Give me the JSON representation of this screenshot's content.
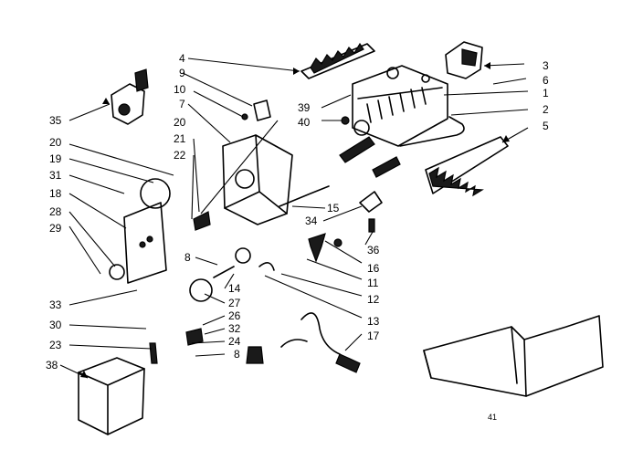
{
  "callouts": [
    {
      "id": "4",
      "text": "4"
    },
    {
      "id": "9",
      "text": "9"
    },
    {
      "id": "10",
      "text": "10"
    },
    {
      "id": "7",
      "text": "7"
    },
    {
      "id": "20a",
      "text": "20"
    },
    {
      "id": "21",
      "text": "21"
    },
    {
      "id": "22",
      "text": "22"
    },
    {
      "id": "35",
      "text": "35"
    },
    {
      "id": "20b",
      "text": "20"
    },
    {
      "id": "19",
      "text": "19"
    },
    {
      "id": "31",
      "text": "31"
    },
    {
      "id": "18",
      "text": "18"
    },
    {
      "id": "28",
      "text": "28"
    },
    {
      "id": "29",
      "text": "29"
    },
    {
      "id": "8a",
      "text": "8"
    },
    {
      "id": "33",
      "text": "33"
    },
    {
      "id": "14",
      "text": "14"
    },
    {
      "id": "27",
      "text": "27"
    },
    {
      "id": "26",
      "text": "26"
    },
    {
      "id": "30",
      "text": "30"
    },
    {
      "id": "32",
      "text": "32"
    },
    {
      "id": "23",
      "text": "23"
    },
    {
      "id": "24",
      "text": "24"
    },
    {
      "id": "8b",
      "text": "8"
    },
    {
      "id": "38",
      "text": "38"
    },
    {
      "id": "3",
      "text": "3"
    },
    {
      "id": "6",
      "text": "6"
    },
    {
      "id": "1",
      "text": "1"
    },
    {
      "id": "39",
      "text": "39"
    },
    {
      "id": "2",
      "text": "2"
    },
    {
      "id": "40",
      "text": "40"
    },
    {
      "id": "5",
      "text": "5"
    },
    {
      "id": "15",
      "text": "15"
    },
    {
      "id": "34",
      "text": "34"
    },
    {
      "id": "36",
      "text": "36"
    },
    {
      "id": "16",
      "text": "16"
    },
    {
      "id": "11",
      "text": "11"
    },
    {
      "id": "12",
      "text": "12"
    },
    {
      "id": "13",
      "text": "13"
    },
    {
      "id": "17",
      "text": "17"
    },
    {
      "id": "41",
      "text": "41"
    }
  ]
}
